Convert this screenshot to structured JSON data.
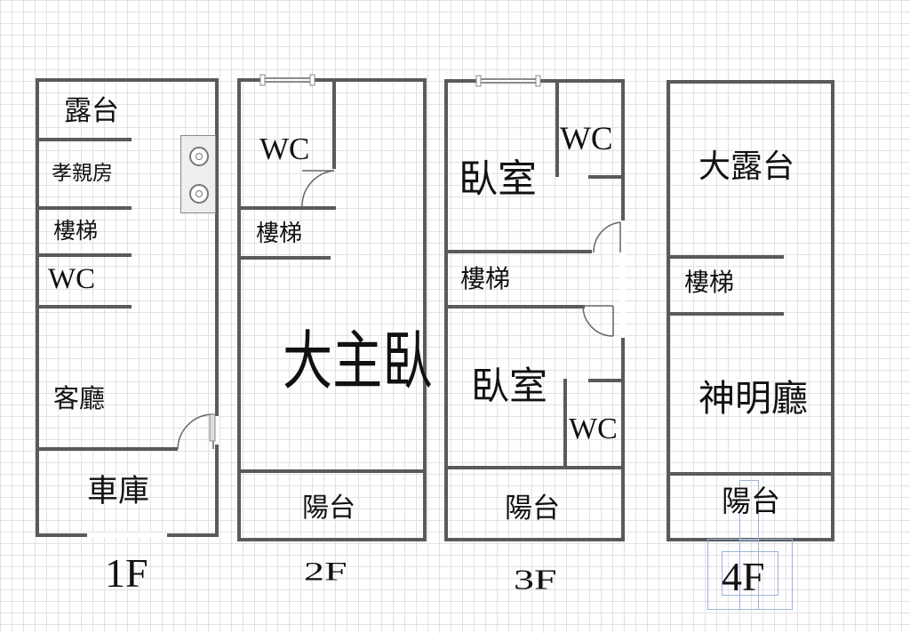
{
  "floors": [
    {
      "floor_label": "1F",
      "rooms": {
        "terrace": "露台",
        "parents_room": "孝親房",
        "stairs": "樓梯",
        "wc": "WC",
        "living_room": "客廳",
        "garage": "車庫"
      }
    },
    {
      "floor_label": "2F",
      "rooms": {
        "wc": "WC",
        "stairs": "樓梯",
        "master_bedroom": "大主臥",
        "balcony": "陽台"
      }
    },
    {
      "floor_label": "3F",
      "rooms": {
        "bedroom_front": "臥室",
        "wc_top": "WC",
        "stairs": "樓梯",
        "bedroom_back": "臥室",
        "wc_bottom": "WC",
        "balcony": "陽台"
      }
    },
    {
      "floor_label": "4F",
      "rooms": {
        "large_terrace": "大露台",
        "stairs": "樓梯",
        "shrine_hall": "神明廳",
        "balcony": "陽台"
      }
    }
  ],
  "icons": [
    "stove-icon",
    "door-swing-icon",
    "window-icon"
  ]
}
